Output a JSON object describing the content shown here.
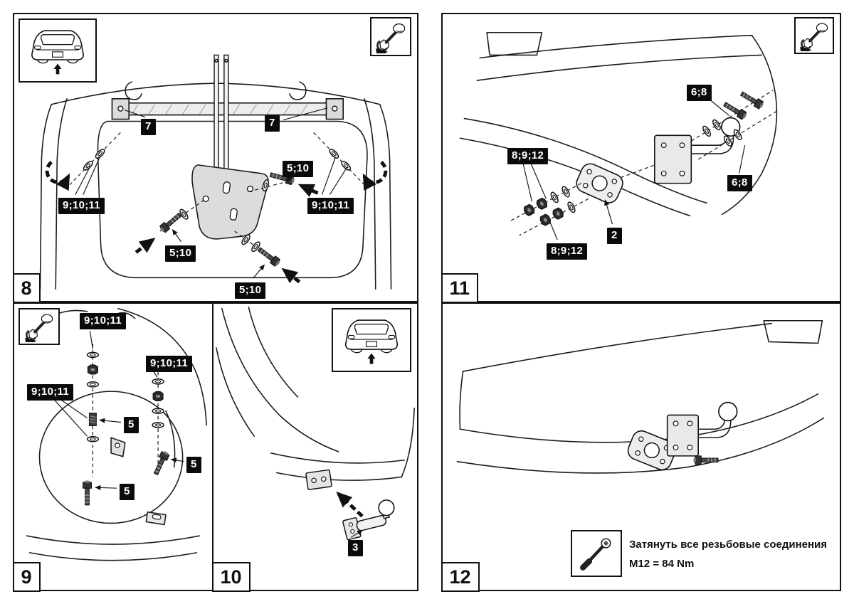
{
  "panels": {
    "step8": {
      "step": "8",
      "labels": [
        "7",
        "7",
        "5;10",
        "9;10;11",
        "9;10;11",
        "5;10",
        "5;10"
      ]
    },
    "step9": {
      "step": "9",
      "labels": [
        "9;10;11",
        "9;10;11",
        "9;10;11",
        "5",
        "5",
        "5"
      ]
    },
    "step10": {
      "step": "10",
      "labels": [
        "3"
      ]
    },
    "step11": {
      "step": "11",
      "labels": [
        "6;8",
        "8;9;12",
        "6;8",
        "8;9;12",
        "2"
      ]
    },
    "step12": {
      "step": "12",
      "note": {
        "line1": "Затянуть все резьбовые соединения",
        "line2": "М12 = 84 Nm"
      }
    }
  },
  "icons": {
    "car_rear": "car-rear-view",
    "hand_wrench": "tighten-by-wrench",
    "torque_wrench": "torque-wrench"
  }
}
